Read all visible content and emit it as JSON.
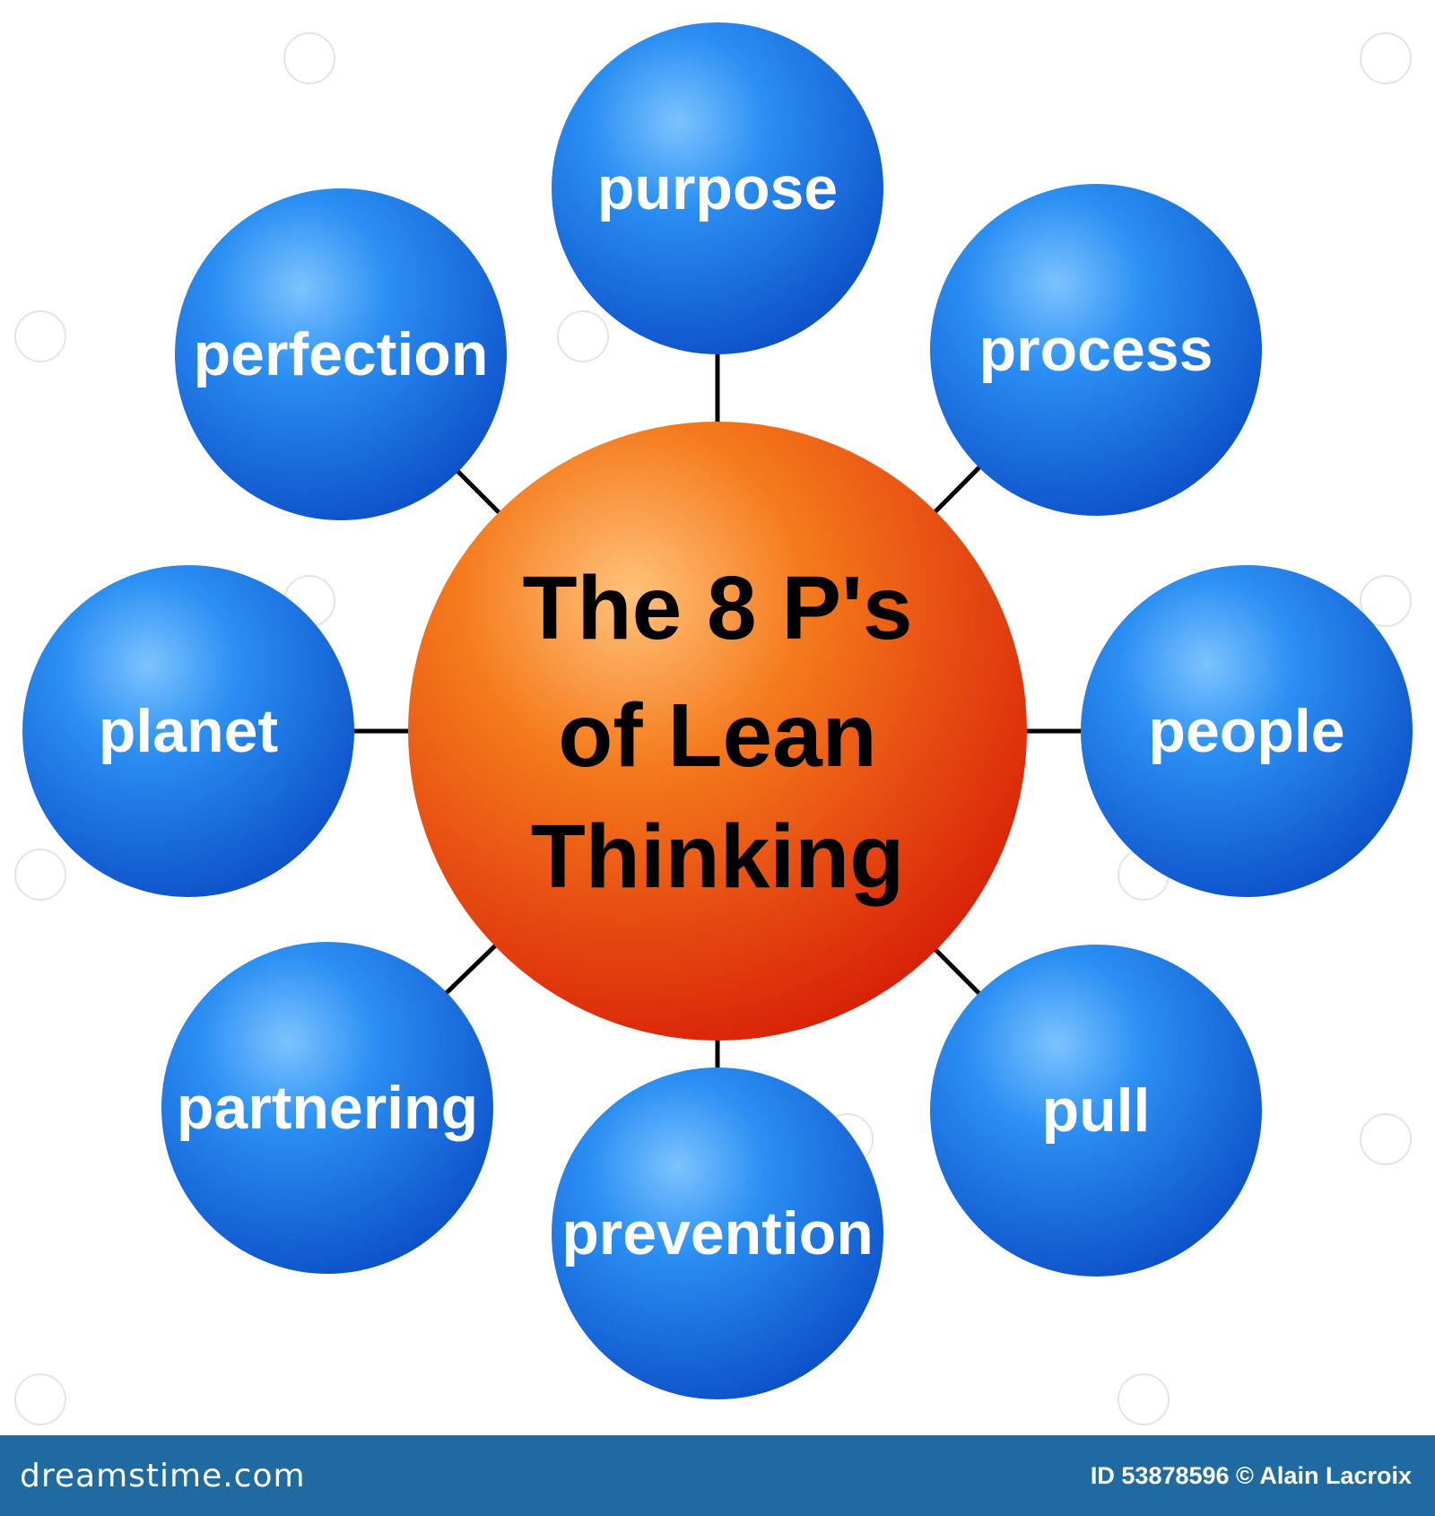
{
  "center": {
    "lines": [
      "The 8 P's",
      "of Lean",
      "Thinking"
    ],
    "color": "#e34a10"
  },
  "nodes": [
    {
      "label": "purpose"
    },
    {
      "label": "process"
    },
    {
      "label": "people"
    },
    {
      "label": "pull"
    },
    {
      "label": "prevention"
    },
    {
      "label": "partnering"
    },
    {
      "label": "planet"
    },
    {
      "label": "perfection"
    }
  ],
  "node_color": "#1a7fe6",
  "footer": {
    "brand": "dreamstime.com",
    "credit": "ID 53878596 © Alain Lacroix",
    "background": "#1f6aa0"
  }
}
